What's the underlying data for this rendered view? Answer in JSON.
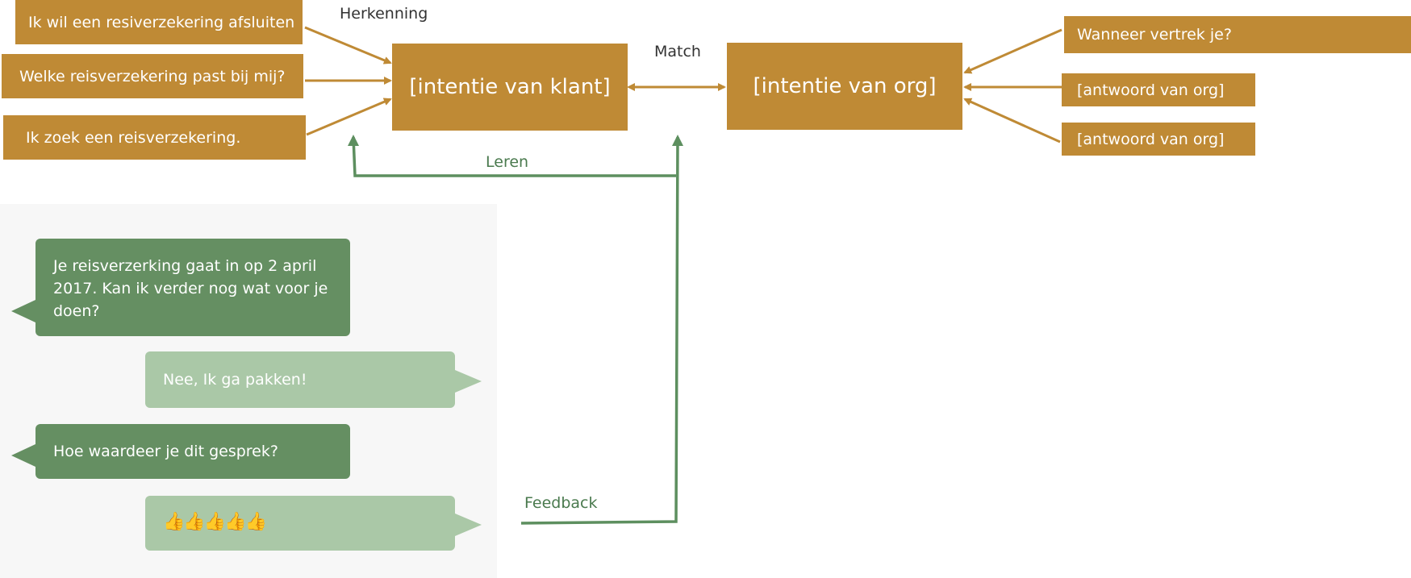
{
  "customer_utterances": [
    {
      "text": "Ik wil een resiverzekering  afsluiten"
    },
    {
      "text": "Welke reisverzekering past bij mij?"
    },
    {
      "text": "Ik zoek een reisverzekering."
    }
  ],
  "labels": {
    "recognition": "Herkenning",
    "match": "Match",
    "learn": "Leren",
    "feedback": "Feedback"
  },
  "intents": {
    "customer": "[intentie van klant]",
    "organization": "[intentie van org]"
  },
  "org_responses": [
    {
      "text": "Wanneer  vertrek je?"
    },
    {
      "text": "[antwoord van org]"
    },
    {
      "text": "[antwoord van org]"
    }
  ],
  "chat": {
    "messages": [
      {
        "sender": "bot",
        "text": "Je reisverzerking gaat in op 2 april 2017. Kan ik verder nog wat voor je doen?"
      },
      {
        "sender": "user",
        "text": "Nee, Ik ga pakken!"
      },
      {
        "sender": "bot",
        "text": "Hoe waardeer je dit gesprek?"
      },
      {
        "sender": "user",
        "text": "👍👍👍👍👍",
        "rating_icon": "thumbs-up-icon",
        "rating_count": 5
      }
    ]
  },
  "colors": {
    "box": "#bf8a35",
    "arrow_gold": "#bf8a35",
    "arrow_green": "#5d8f5f",
    "bot_bubble": "#658f62",
    "user_bubble": "#aac8a7",
    "panel": "#f7f7f7"
  }
}
